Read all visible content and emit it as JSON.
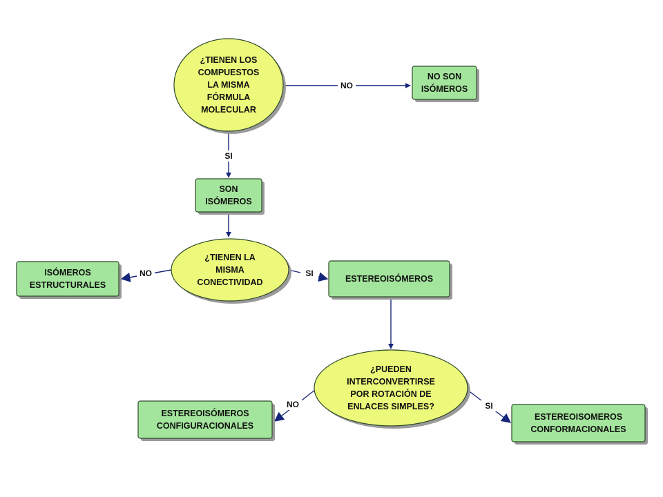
{
  "colors": {
    "ellipse_fill": "#ecf97a",
    "rect_fill": "#a3e59c",
    "node_stroke": "#2f4a2a",
    "shadow": "#9a9a9a",
    "edge": "#16267a"
  },
  "nodes": {
    "q_formula": {
      "kind": "ellipse",
      "lines": [
        "¿TIENEN LOS",
        "COMPUESTOS",
        "LA MISMA",
        "FÓRMULA",
        "MOLECULAR"
      ]
    },
    "no_isomeros": {
      "kind": "rect",
      "lines": [
        "NO SON",
        "ISÓMEROS"
      ]
    },
    "son_isomeros": {
      "kind": "rect",
      "lines": [
        "SON",
        "ISÓMEROS"
      ]
    },
    "q_conectividad": {
      "kind": "ellipse",
      "lines": [
        "¿TIENEN LA",
        "MISMA",
        "CONECTIVIDAD"
      ]
    },
    "estructurales": {
      "kind": "rect",
      "lines": [
        "ISÓMEROS",
        "ESTRUCTURALES"
      ]
    },
    "estereoisomeros": {
      "kind": "rect",
      "lines": [
        "ESTEREOISÓMEROS"
      ]
    },
    "q_rotacion": {
      "kind": "ellipse",
      "lines": [
        "¿PUEDEN",
        "INTERCONVERTIRSE",
        "POR ROTACIÓN DE",
        "ENLACES SIMPLES?"
      ]
    },
    "configuracionales": {
      "kind": "rect",
      "lines": [
        "ESTEREOISÓMEROS",
        "CONFIGURACIONALES"
      ]
    },
    "conformacionales": {
      "kind": "rect",
      "lines": [
        "ESTEREOISOMEROS",
        "CONFORMACIONALES"
      ]
    }
  },
  "edges": [
    {
      "from": "q_formula",
      "to": "no_isomeros",
      "label": "NO"
    },
    {
      "from": "q_formula",
      "to": "son_isomeros",
      "label": "SI"
    },
    {
      "from": "son_isomeros",
      "to": "q_conectividad",
      "label": ""
    },
    {
      "from": "q_conectividad",
      "to": "estructurales",
      "label": "NO"
    },
    {
      "from": "q_conectividad",
      "to": "estereoisomeros",
      "label": "SI"
    },
    {
      "from": "estereoisomeros",
      "to": "q_rotacion",
      "label": ""
    },
    {
      "from": "q_rotacion",
      "to": "configuracionales",
      "label": "NO"
    },
    {
      "from": "q_rotacion",
      "to": "conformacionales",
      "label": "SI"
    }
  ]
}
